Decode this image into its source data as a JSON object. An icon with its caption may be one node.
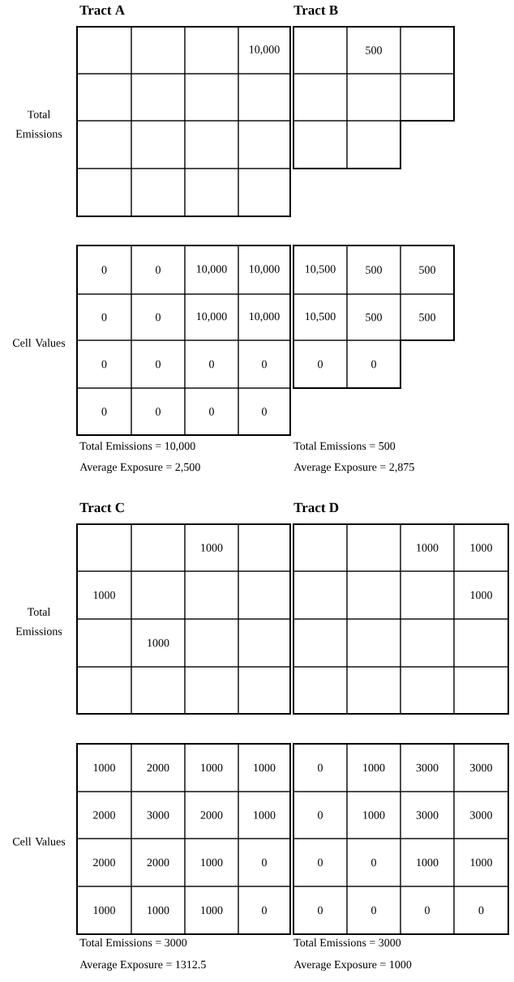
{
  "diagram": {
    "labels": [
      "Tract A",
      "Tract B",
      "10,000",
      "500",
      "Total Emissions",
      "0",
      "0",
      "10,000",
      "10,000",
      "10,500",
      "500",
      "500",
      "0",
      "0",
      "10,000",
      "10,000",
      "10,500",
      "500",
      "500",
      "0",
      "0",
      "0",
      "0",
      "0",
      "0",
      "0",
      "0",
      "0",
      "0",
      "Cell Values",
      "Total Emissions = 10,000",
      "Total Emissions = 500",
      "Average Exposure = 2,500",
      "Average Exposure = 2,875",
      "Tract C",
      "Tract D",
      "1000",
      "1000",
      "1000",
      "1000",
      "1000",
      "1000",
      "Total Emissions",
      "1000",
      "2000",
      "1000",
      "1000",
      "0",
      "1000",
      "3000",
      "3000",
      "2000",
      "3000",
      "2000",
      "1000",
      "0",
      "1000",
      "3000",
      "3000",
      "2000",
      "2000",
      "1000",
      "0",
      "0",
      "0",
      "1000",
      "1000",
      "1000",
      "1000",
      "1000",
      "0",
      "0",
      "0",
      "0",
      "0",
      "Cell Values",
      "Total Emissions = 3000",
      "Total Emissions = 3000",
      "Average Exposure = 1312.5",
      "Average Exposure = 1000"
    ]
  }
}
